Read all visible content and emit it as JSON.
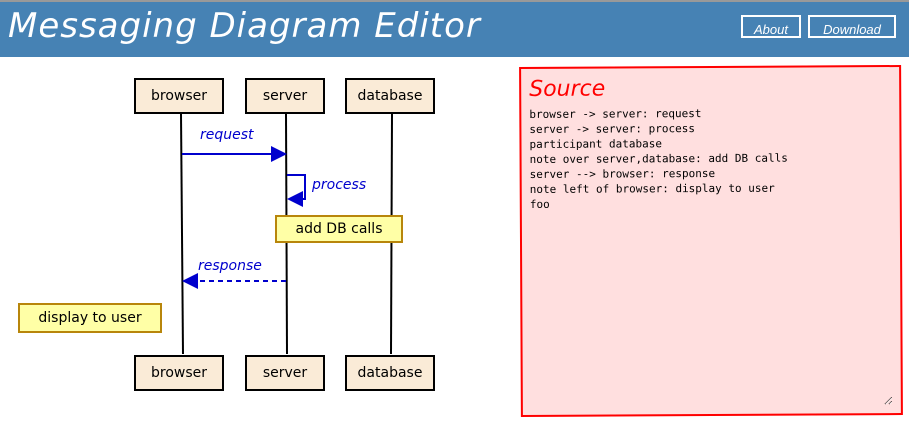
{
  "header": {
    "title": "Messaging Diagram Editor",
    "about": "About",
    "download": "Download"
  },
  "diagram": {
    "actors": [
      "browser",
      "server",
      "database"
    ],
    "messages": {
      "request": "request",
      "process": "process",
      "response": "response"
    },
    "notes": {
      "db": "add DB calls",
      "display": "display to user"
    }
  },
  "source": {
    "title": "Source",
    "text": "browser -> server: request\nserver -> server: process\nparticipant database\nnote over server,database: add DB calls\nserver --> browser: response\nnote left of browser: display to user\nfoo"
  },
  "colors": {
    "header": "#4682b4",
    "message": "#0000cd",
    "source_bg": "#ffdfdf",
    "source_border": "#ff0000"
  }
}
